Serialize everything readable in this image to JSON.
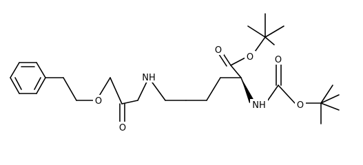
{
  "atoms": {
    "ester_oxygen_carbonyl": "O",
    "ester_oxygen": "O",
    "boc_carbonyl_oxygen": "O",
    "boc_oxygen": "O",
    "boc_nitrogen": "NH",
    "cbz_nitrogen": "NH",
    "cbz_oxygen": "O",
    "cbz_carbonyl_oxygen": "O"
  },
  "colors": {
    "bond": "#000000",
    "text": "#000000",
    "background": "#ffffff"
  }
}
